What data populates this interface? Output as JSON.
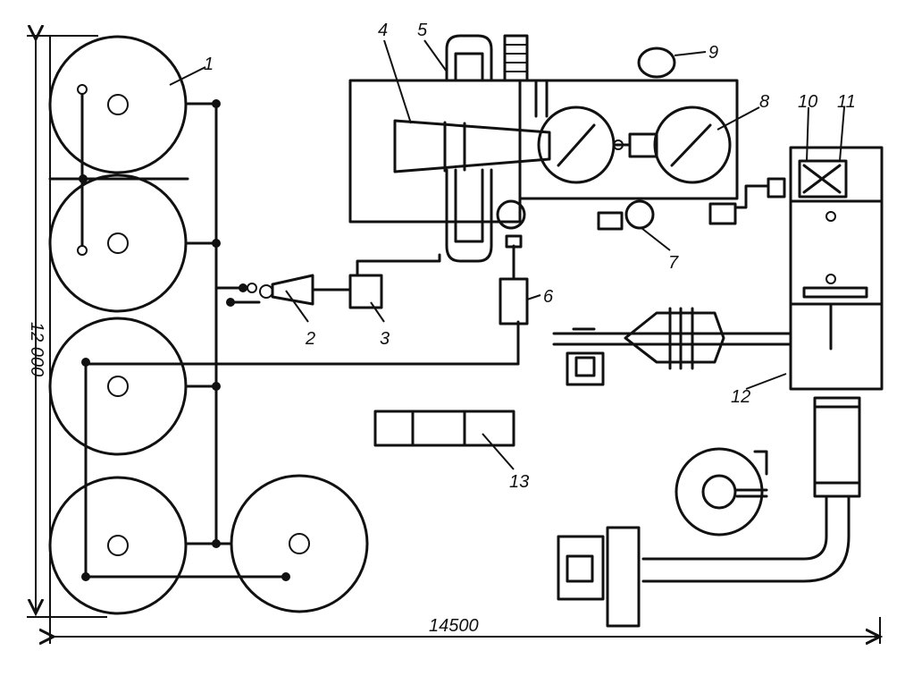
{
  "diagram": {
    "dimension_width": "14500",
    "dimension_height": "12 000",
    "labels": {
      "l1": "1",
      "l2": "2",
      "l3": "3",
      "l4": "4",
      "l5": "5",
      "l6": "6",
      "l7": "7",
      "l8": "8",
      "l9": "9",
      "l10": "10",
      "l11": "11",
      "l12": "12",
      "l13": "13"
    }
  }
}
